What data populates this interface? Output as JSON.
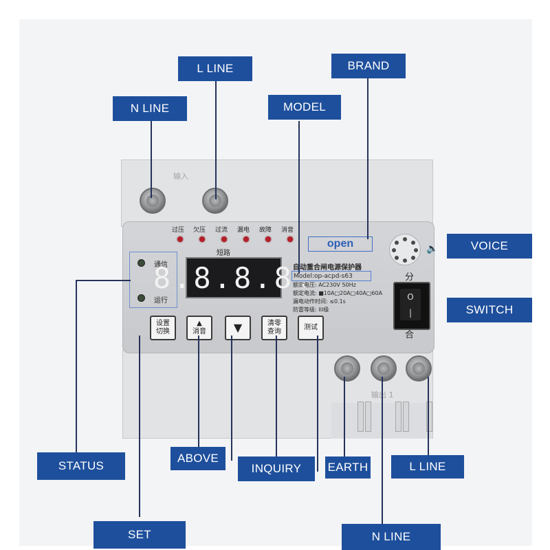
{
  "callouts": {
    "l_line_top": "L LINE",
    "brand": "BRAND",
    "n_line_top": "N LINE",
    "model": "MODEL",
    "voice": "VOICE",
    "switch": "SWITCH",
    "status": "STATUS",
    "above": "ABOVE",
    "inquiry": "INQUIRY",
    "earth": "EARTH",
    "l_line_bottom": "L LINE",
    "set": "SET",
    "n_line_bottom": "N LINE"
  },
  "device": {
    "input_label": "输入",
    "output_label": "输出  1",
    "fault_labels": [
      "过压",
      "欠压",
      "过流",
      "漏电",
      "故障",
      "消音"
    ],
    "short_circuit_label": "短路",
    "status_comm": "通信",
    "status_run": "运行",
    "display_value": "8.8.8.8.",
    "brand_text": "open",
    "product_title": "自动重合闸电源保护器",
    "model_text": "Model:op-acpd-s63",
    "spec_voltage": "额定电压: AC230V 50Hz",
    "spec_current": "额定电流: ■10A□20A□40A□60A",
    "spec_leak": "漏电动作时间:  ≤0.1s",
    "spec_grade": "防雷等级: III级",
    "switch_top_label": "分",
    "switch_bottom_label": "合",
    "buttons": {
      "set": [
        "设置",
        "切换"
      ],
      "above": [
        "▲",
        "消音"
      ],
      "down": "▼",
      "inquiry": [
        "清零",
        "查询"
      ],
      "test": "测试"
    }
  },
  "colors": {
    "callout_bg": "#1e4f9c",
    "callout_text": "#ffffff",
    "leader_line": "#25325a",
    "led_red": "#b3202a"
  }
}
